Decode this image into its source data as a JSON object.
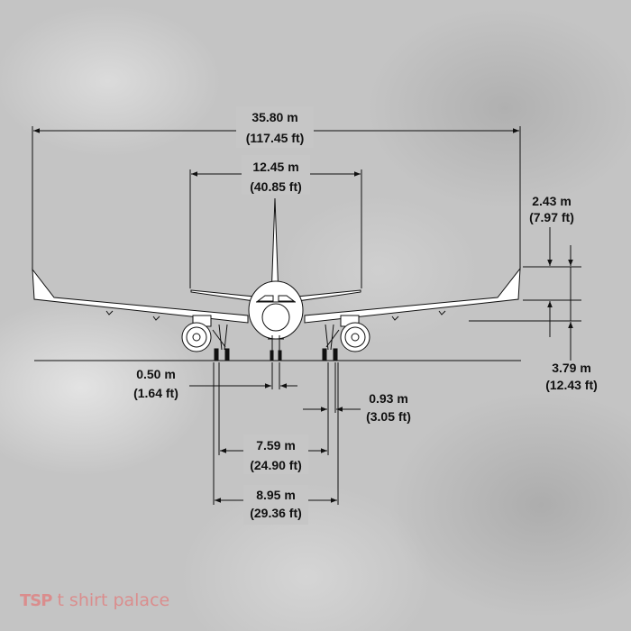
{
  "dimensions": {
    "wingspan": {
      "metric": "35.80 m",
      "imperial": "(117.45 ft)"
    },
    "tailplane_span": {
      "metric": "12.45 m",
      "imperial": "(40.85 ft)"
    },
    "winglet_height": {
      "metric": "2.43 m",
      "imperial": "(7.97 ft)"
    },
    "wing_tip_height": {
      "metric": "3.79 m",
      "imperial": "(12.43 ft)"
    },
    "nose_gear_track": {
      "metric": "0.50 m",
      "imperial": "(1.64 ft)"
    },
    "main_gear_wheel_track": {
      "metric": "0.93 m",
      "imperial": "(3.05 ft)"
    },
    "main_gear_track_inner": {
      "metric": "7.59 m",
      "imperial": "(24.90 ft)"
    },
    "main_gear_track_outer": {
      "metric": "8.95 m",
      "imperial": "(29.36 ft)"
    }
  },
  "watermark": {
    "logo": "TSP",
    "text": "t shirt palace",
    "color": "#e08080"
  },
  "colors": {
    "line": "#111111",
    "aircraft_fill": "#ffffff"
  }
}
